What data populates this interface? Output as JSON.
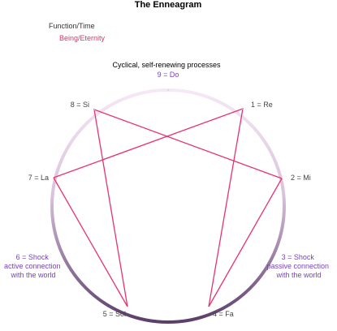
{
  "title": "The Enneagram",
  "legend": {
    "function_label": "Function/Time",
    "being_label": "Being/Eternity"
  },
  "top_caption": "Cyclical, self-renewing processes",
  "points": {
    "p9": "9 = Do",
    "p1": "1 = Re",
    "p2": "2 = Mi",
    "p3": [
      "3 = Shock",
      "passive connection",
      "with the world"
    ],
    "p4": "4 = Fa",
    "p5": "5 = Sol",
    "p6": [
      "6 = Shock",
      "active connection",
      "with the world"
    ],
    "p7": "7 = La",
    "p8": "8 = Si"
  },
  "colors": {
    "title": "#000000",
    "function_text": "#333333",
    "being_text": "#e0306a",
    "shock_text": "#7744bb",
    "note_text": "#444444",
    "line": "#e8336e",
    "circle_top": "#f6e8f6",
    "circle_bottom": "#5c3d6b"
  }
}
